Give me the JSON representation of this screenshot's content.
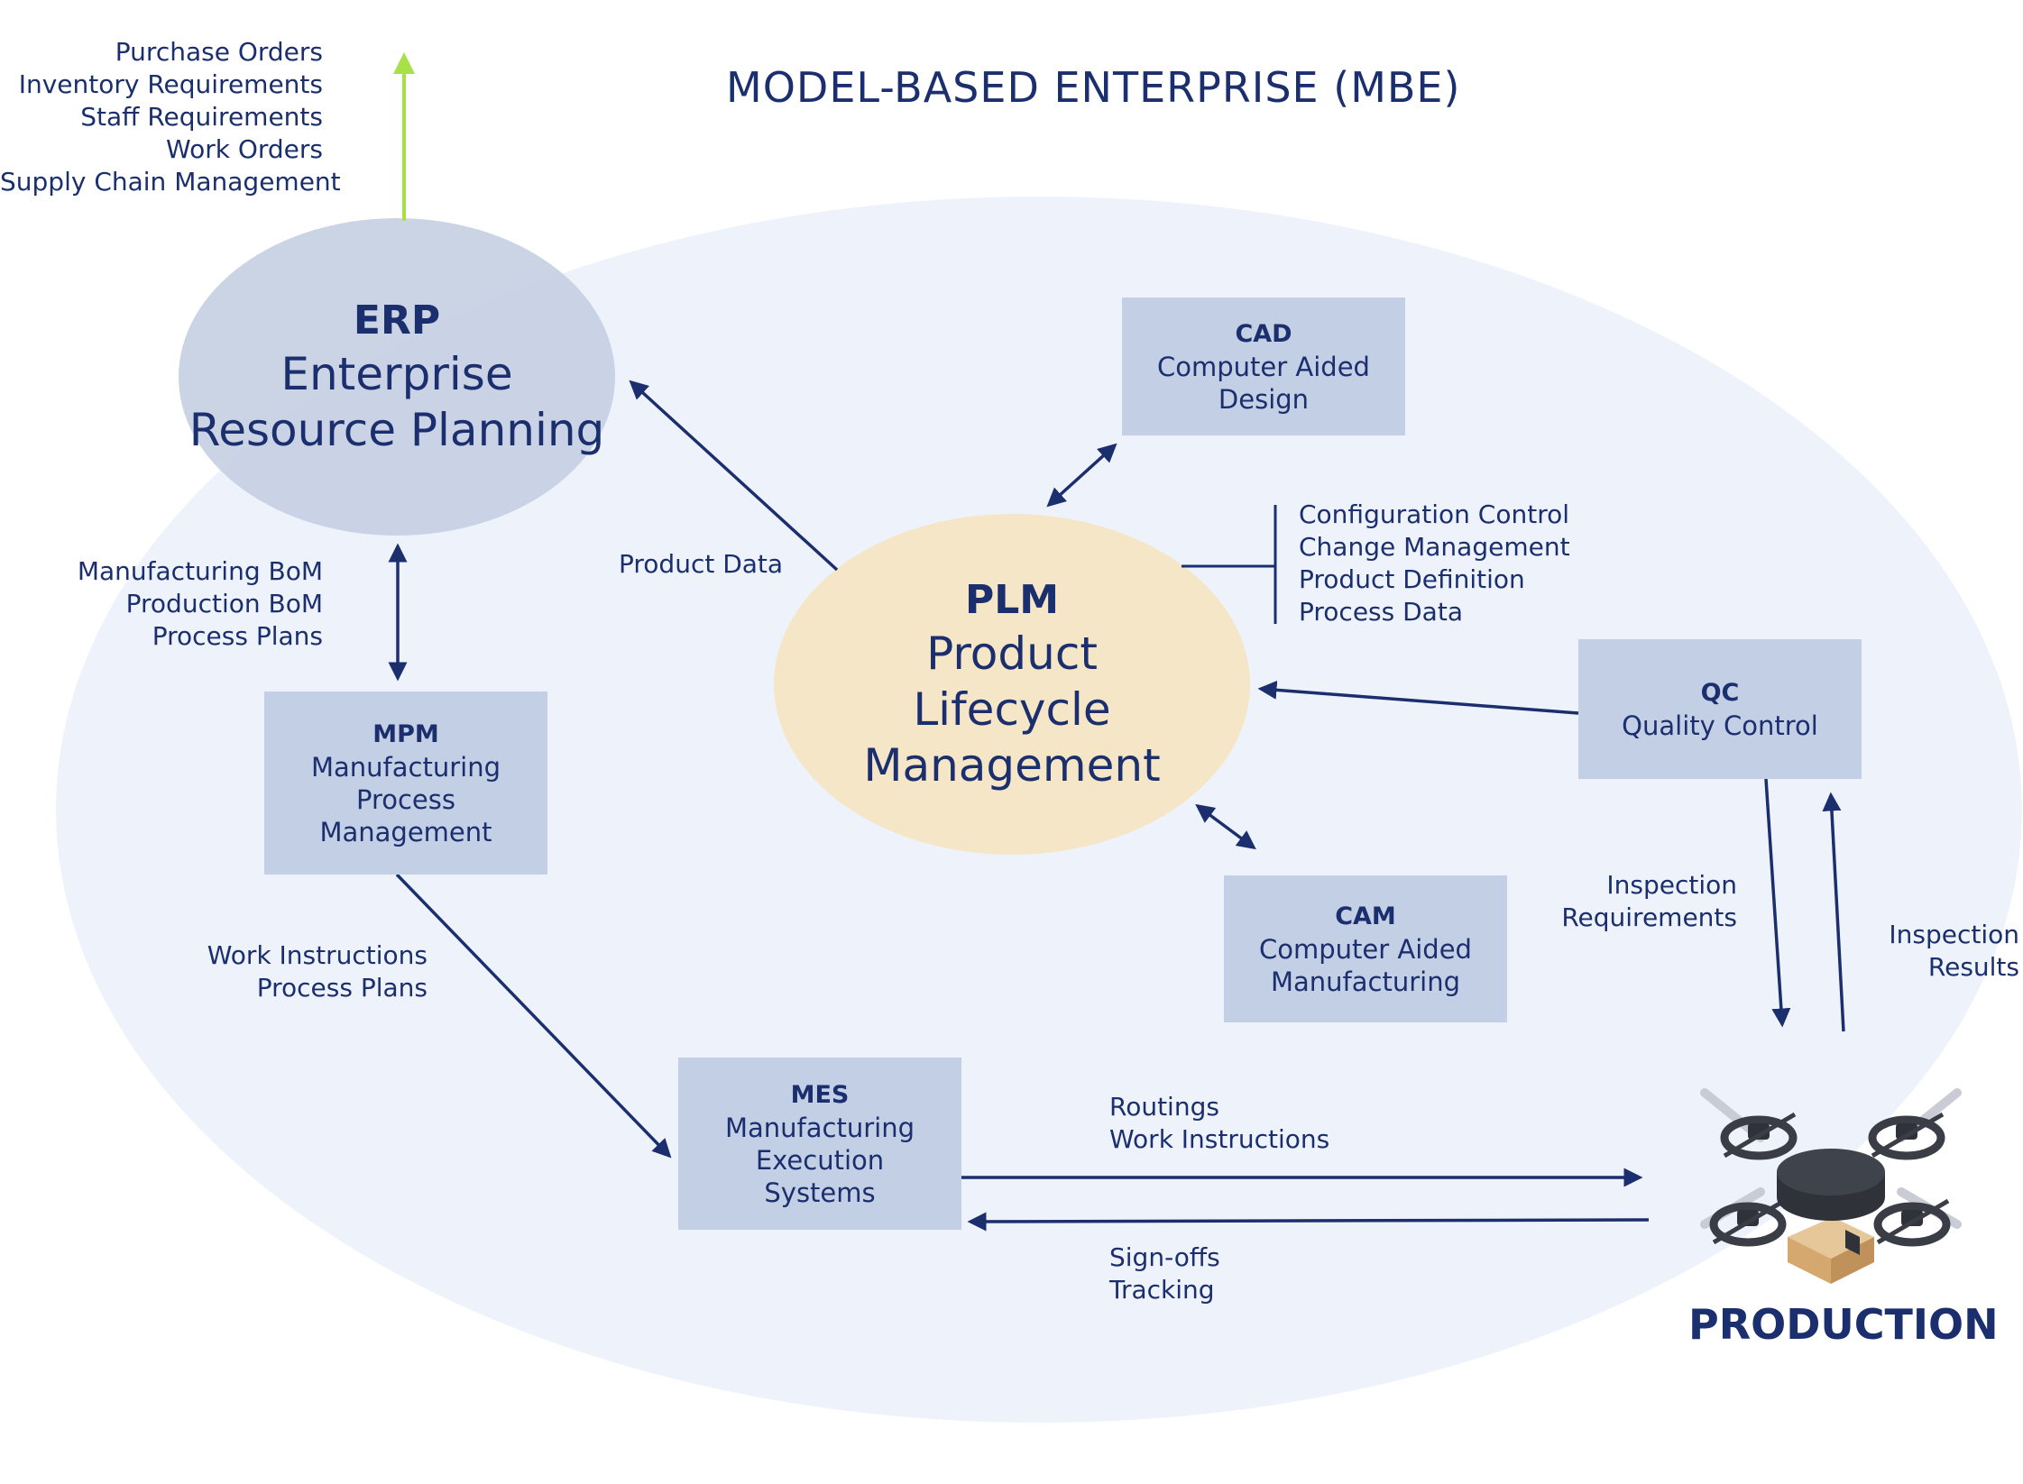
{
  "title": "MODEL-BASED ENTERPRISE (MBE)",
  "erp": {
    "abbr": "ERP",
    "full": "Enterprise Resource Planning"
  },
  "plm": {
    "abbr": "PLM",
    "full": "Product Lifecycle Management"
  },
  "cad": {
    "abbr": "CAD",
    "full": "Computer Aided Design"
  },
  "cam": {
    "abbr": "CAM",
    "full": "Computer Aided Manufacturing"
  },
  "mpm": {
    "abbr": "MPM",
    "full": "Manufacturing Process Management"
  },
  "mes": {
    "abbr": "MES",
    "full": "Manufacturing Execution Systems"
  },
  "qc": {
    "abbr": "QC",
    "full": "Quality Control"
  },
  "production": {
    "label": "PRODUCTION"
  },
  "labels": {
    "erp_outputs": [
      "Purchase Orders",
      "Inventory Requirements",
      "Staff Requirements",
      "Work Orders",
      "Supply Chain Management"
    ],
    "erp_mpm": [
      "Manufacturing BoM",
      "Production BoM",
      "Process Plans"
    ],
    "product_data": "Product Data",
    "plm_functions": [
      "Configuration Control",
      "Change Management",
      "Product Definition",
      "Process Data"
    ],
    "mpm_mes": [
      "Work Instructions",
      "Process Plans"
    ],
    "mes_to_production": [
      "Routings",
      "Work Instructions"
    ],
    "production_to_mes": [
      "Sign-offs",
      "Tracking"
    ],
    "qc_to_production": [
      "Inspection",
      "Requirements"
    ],
    "production_to_qc": [
      "Inspection",
      "Results"
    ]
  },
  "colors": {
    "navy": "#1b2e6e",
    "box_fill": "#c3cfe4",
    "mbe_background": "#eef3fb",
    "plm_fill": "#f4e6c6",
    "erp_fill": "#c5d0e3",
    "erp_output_arrow": "#a8e04a"
  }
}
